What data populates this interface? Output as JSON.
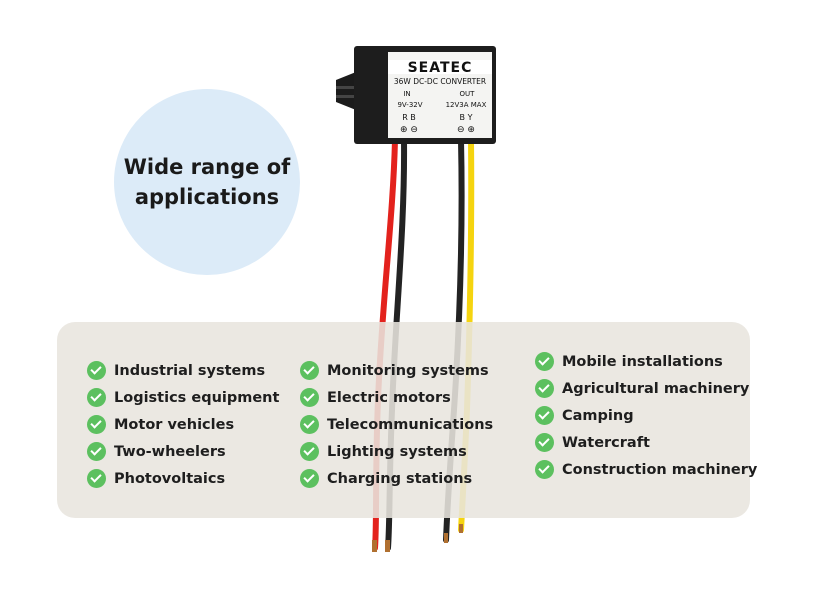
{
  "headline": {
    "line1": "Wide range of",
    "line2": "applications"
  },
  "device": {
    "brand": "SEATEC",
    "model": "36W DC-DC CONVERTER",
    "in_label": "IN",
    "in_range": "9V-32V",
    "out_label": "OUT",
    "out_spec": "12V3A MAX",
    "in_wires": "R  B",
    "out_wires": "B  Y",
    "in_polarity": "⊕ ⊖",
    "out_polarity": "⊖ ⊕"
  },
  "applications": {
    "column1": [
      "Industrial systems",
      "Logistics equipment",
      "Motor vehicles",
      "Two-wheelers",
      "Photovoltaics"
    ],
    "column2": [
      "Monitoring systems",
      "Electric motors",
      "Telecommunications",
      "Lighting systems",
      "Charging stations"
    ],
    "column3": [
      "Mobile installations",
      "Agricultural machinery",
      "Camping",
      "Watercraft",
      "Construction machinery"
    ]
  },
  "colors": {
    "check": "#5cc05f",
    "bubble": "#dcebf8",
    "panel": "#e8e5de"
  }
}
